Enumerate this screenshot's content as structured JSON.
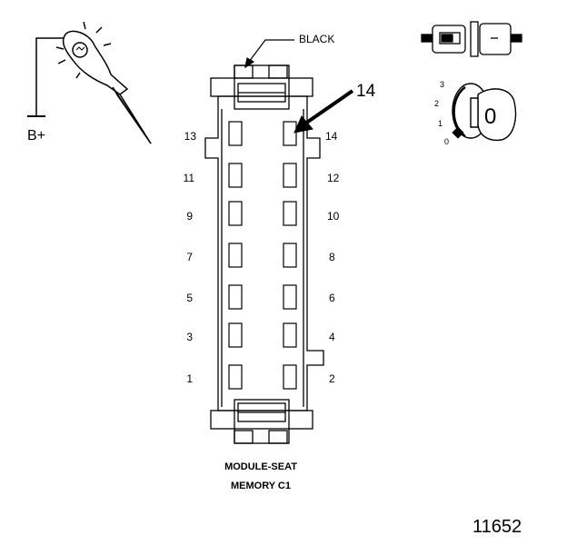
{
  "tester": {
    "supply_label": "B+"
  },
  "connector": {
    "color_label": "BLACK",
    "callout_number": "14",
    "caption_line1": "MODULE-SEAT",
    "caption_line2": "MEMORY C1",
    "left_pins": [
      "13",
      "11",
      "9",
      "7",
      "5",
      "3",
      "1"
    ],
    "right_pins": [
      "14",
      "12",
      "10",
      "8",
      "6",
      "4",
      "2"
    ]
  },
  "ignition": {
    "positions": [
      "3",
      "2",
      "1",
      "0"
    ],
    "key_label": "0"
  },
  "figure_number": "11652"
}
